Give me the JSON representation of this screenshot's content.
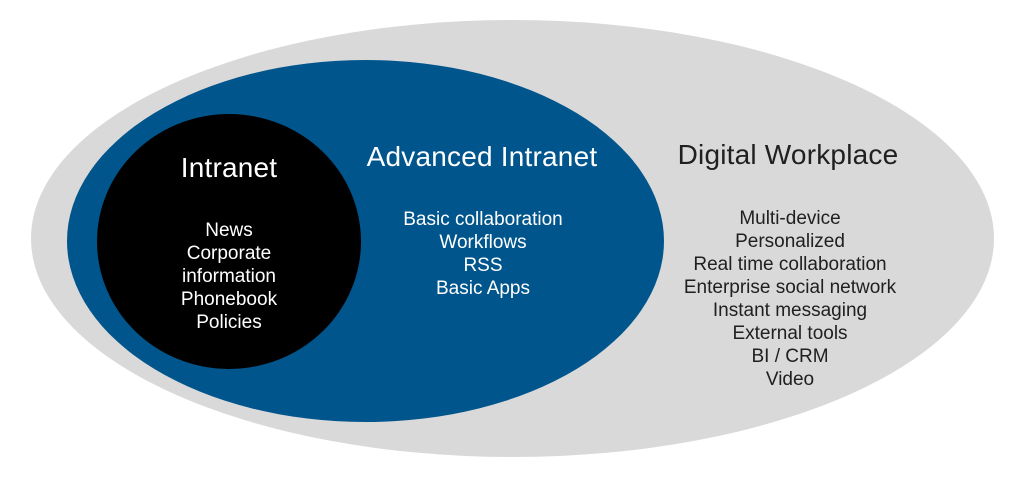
{
  "diagram": {
    "type": "nested-venn",
    "rings": [
      {
        "title": "Intranet",
        "items": [
          "News",
          "Corporate information",
          "Phonebook",
          "Policies"
        ],
        "fill": "#000000",
        "text_color": "#FFFFFF"
      },
      {
        "title": "Advanced Intranet",
        "items": [
          "Basic collaboration",
          "Workflows",
          "RSS",
          "Basic Apps"
        ],
        "fill": "#00558C",
        "text_color": "#FFFFFF"
      },
      {
        "title": "Digital Workplace",
        "items": [
          "Multi-device",
          "Personalized",
          "Real time collaboration",
          "Enterprise social network",
          "Instant messaging",
          "External tools",
          "BI / CRM",
          "Video"
        ],
        "fill": "#D9D9D9",
        "text_color": "#202020"
      }
    ]
  },
  "colors": {
    "background": "#FFFFFF",
    "outer_ellipse": "#D9D9D9",
    "middle_ellipse": "#00558C",
    "inner_circle": "#000000",
    "light_text": "#FFFFFF",
    "dark_text": "#202020"
  }
}
